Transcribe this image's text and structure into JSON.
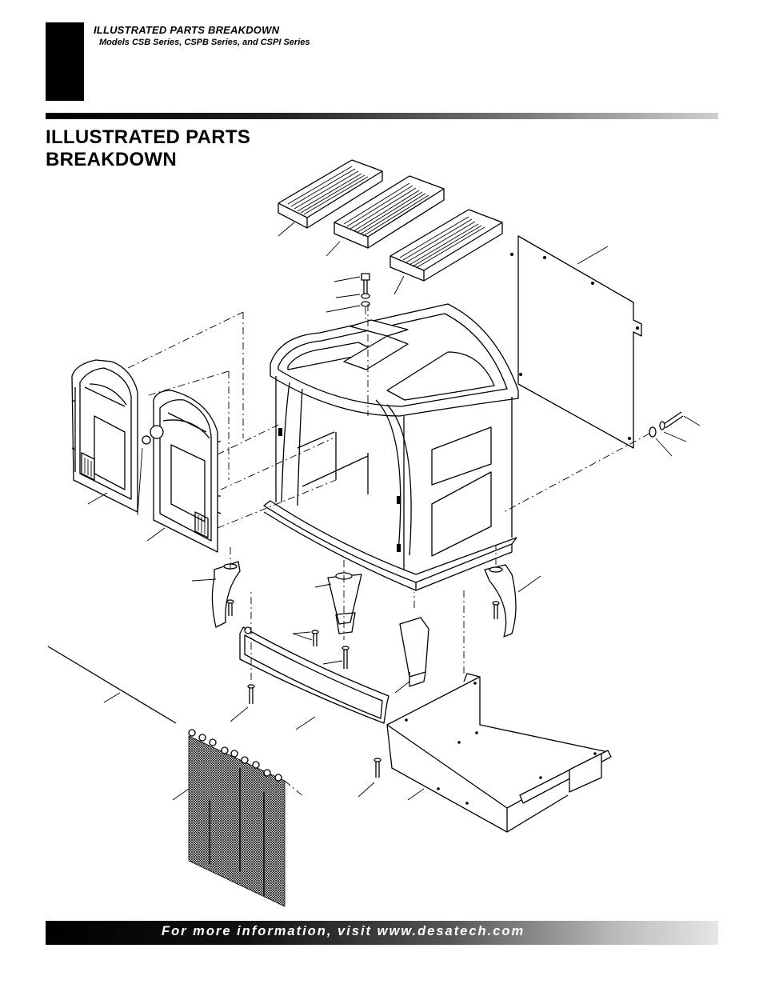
{
  "header": {
    "title": "ILLUSTRATED PARTS BREAKDOWN",
    "subtitle": "Models CSB Series, CSPB Series, and CSPI Series"
  },
  "page": {
    "title_line1": "ILLUSTRATED PARTS",
    "title_line2": "BREAKDOWN"
  },
  "footer": {
    "text": "For more information, visit www.desatech.com"
  }
}
